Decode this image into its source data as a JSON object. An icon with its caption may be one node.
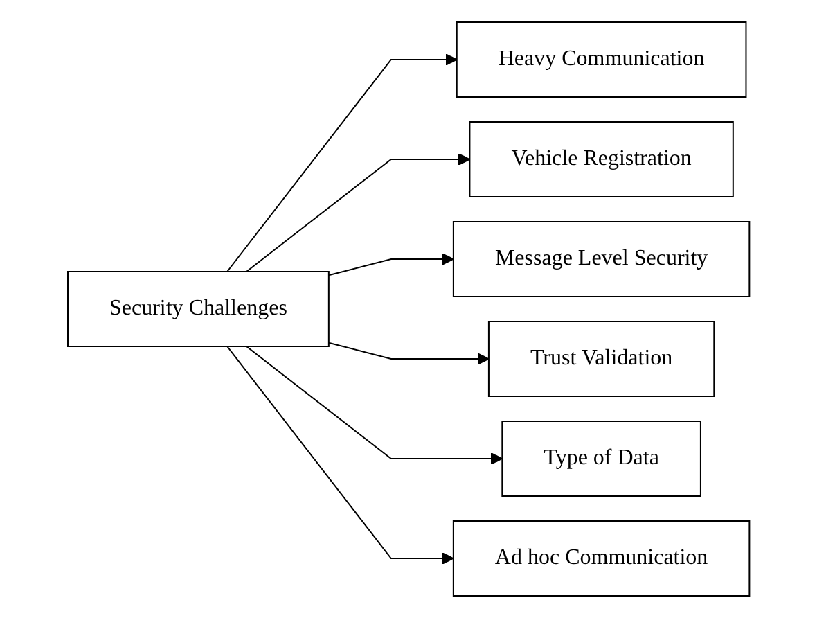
{
  "diagram": {
    "nodes": [
      {
        "text": [
          "Security Challenges"
        ]
      },
      {
        "text": [
          "Heavy Communication"
        ]
      },
      {
        "text": [
          "Vehicle Registration"
        ]
      },
      {
        "text": [
          "Message Level Security"
        ]
      },
      {
        "text": [
          "Trust Validation"
        ]
      },
      {
        "text": [
          "Type of Data"
        ]
      },
      {
        "text": [
          "Ad hoc Communication"
        ]
      }
    ],
    "edges": [
      {
        "from": 0,
        "to": 1,
        "arrow": "to"
      },
      {
        "from": 0,
        "to": 2,
        "arrow": "to"
      },
      {
        "from": 0,
        "to": 3,
        "arrow": "to"
      },
      {
        "from": 0,
        "to": 4,
        "arrow": "to"
      },
      {
        "from": 0,
        "to": 5,
        "arrow": "to"
      },
      {
        "from": 0,
        "to": 6,
        "arrow": "to"
      }
    ]
  }
}
